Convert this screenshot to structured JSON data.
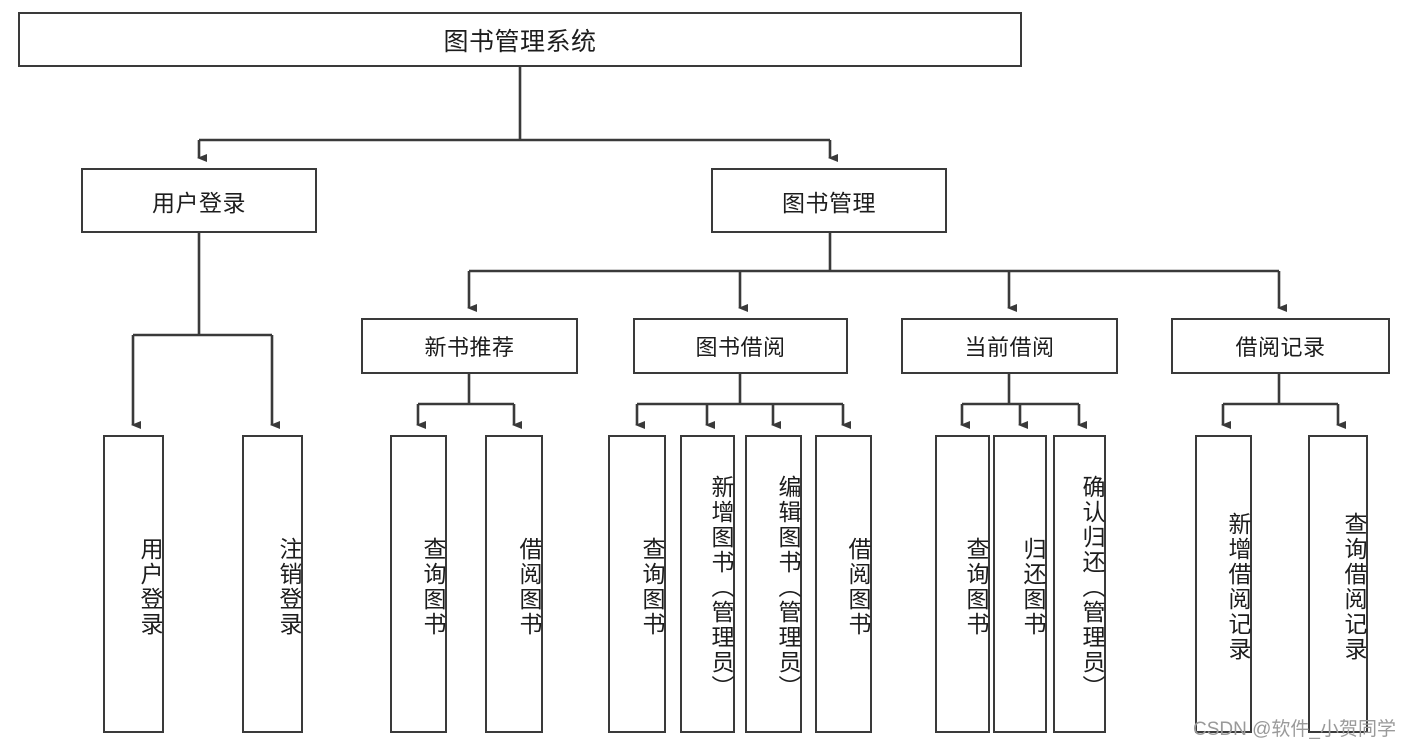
{
  "diagram": {
    "title": "图书管理系统",
    "type": "tree-hierarchy",
    "watermark": "CSDN @软件_小贺同学",
    "colors": {
      "box_border": "#3a3a3a",
      "box_fill": "#ffffff",
      "edge": "#3a3a3a",
      "text": "#1d1d1d",
      "watermark": "#9a9a9a",
      "background": "#ffffff"
    }
  },
  "nodes": {
    "root": {
      "label": "图书管理系统"
    },
    "level2": [
      {
        "id": "user-login",
        "label": "用户登录"
      },
      {
        "id": "book-manage",
        "label": "图书管理"
      }
    ],
    "level3": [
      {
        "id": "new-book-recommend",
        "label": "新书推荐"
      },
      {
        "id": "book-borrow",
        "label": "图书借阅"
      },
      {
        "id": "current-borrow",
        "label": "当前借阅"
      },
      {
        "id": "borrow-record",
        "label": "借阅记录"
      }
    ],
    "leaves": {
      "user-login": [
        {
          "id": "leaf-user-login",
          "label": "用户登录"
        },
        {
          "id": "leaf-logout-login",
          "label": "注销登录"
        }
      ],
      "new-book-recommend": [
        {
          "id": "leaf-query-book-1",
          "label": "查询图书"
        },
        {
          "id": "leaf-borrow-book-1",
          "label": "借阅图书"
        }
      ],
      "book-borrow": [
        {
          "id": "leaf-query-book-2",
          "label": "查询图书"
        },
        {
          "id": "leaf-add-book",
          "label": "新增图书（管理员）"
        },
        {
          "id": "leaf-edit-book",
          "label": "编辑图书（管理员）"
        },
        {
          "id": "leaf-borrow-book-2",
          "label": "借阅图书"
        }
      ],
      "current-borrow": [
        {
          "id": "leaf-query-book-3",
          "label": "查询图书"
        },
        {
          "id": "leaf-return-book",
          "label": "归还图书"
        },
        {
          "id": "leaf-confirm-return",
          "label": "确认归还（管理员）"
        }
      ],
      "borrow-record": [
        {
          "id": "leaf-add-record",
          "label": "新增借阅记录"
        },
        {
          "id": "leaf-query-record",
          "label": "查询借阅记录"
        }
      ]
    }
  }
}
